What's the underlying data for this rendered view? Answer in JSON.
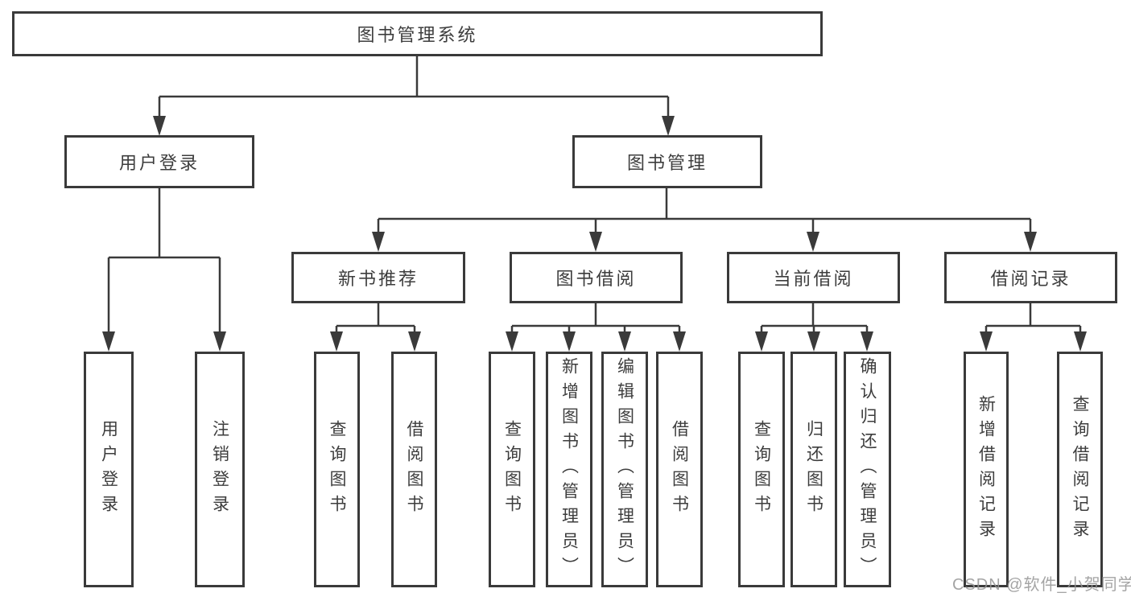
{
  "diagram": {
    "root": {
      "label": "图书管理系统"
    },
    "branches": [
      {
        "label": "用户登录",
        "children": [
          {
            "label": "用户登录"
          },
          {
            "label": "注销登录"
          }
        ]
      },
      {
        "label": "图书管理",
        "sections": [
          {
            "label": "新书推荐",
            "children": [
              {
                "label": "查询图书"
              },
              {
                "label": "借阅图书"
              }
            ]
          },
          {
            "label": "图书借阅",
            "children": [
              {
                "label": "查询图书"
              },
              {
                "label": "新增图书（管理员）"
              },
              {
                "label": "编辑图书（管理员）"
              },
              {
                "label": "借阅图书"
              }
            ]
          },
          {
            "label": "当前借阅",
            "children": [
              {
                "label": "查询图书"
              },
              {
                "label": "归还图书"
              },
              {
                "label": "确认归还（管理员）"
              }
            ]
          },
          {
            "label": "借阅记录",
            "children": [
              {
                "label": "新增借阅记录"
              },
              {
                "label": "查询借阅记录"
              }
            ]
          }
        ]
      }
    ]
  },
  "watermark": {
    "text": "CSDN @软件_小贺同学"
  },
  "colors": {
    "line": "#3a3a3a",
    "text": "#3d3d3d",
    "box_fill": "#ffffff",
    "watermark": "#949494",
    "background": "#ffffff"
  }
}
